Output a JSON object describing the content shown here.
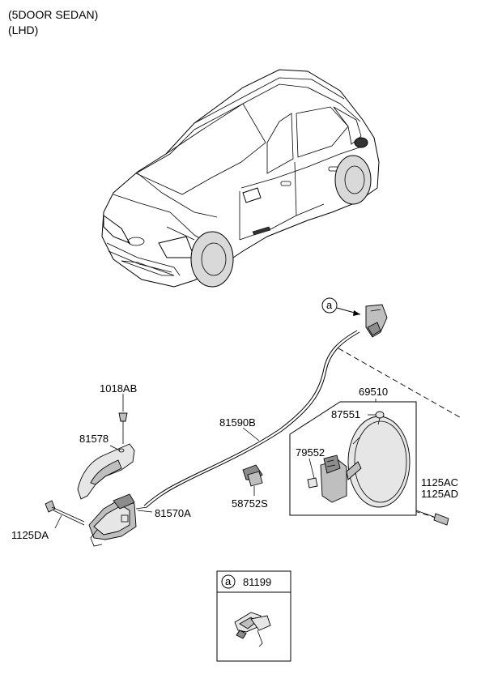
{
  "header": {
    "line1": "(5DOOR SEDAN)",
    "line2": "(LHD)"
  },
  "labels": {
    "p1018AB": "1018AB",
    "p81578": "81578",
    "p1125DA": "1125DA",
    "p81570A": "81570A",
    "p81590B": "81590B",
    "p58752S": "58752S",
    "p69510": "69510",
    "p87551": "87551",
    "p79552": "79552",
    "p1125AC": "1125AC",
    "p1125AD": "1125AD"
  },
  "callout": {
    "ref_letter": "a"
  },
  "inset": {
    "ref_letter": "a",
    "part_number": "81199"
  }
}
